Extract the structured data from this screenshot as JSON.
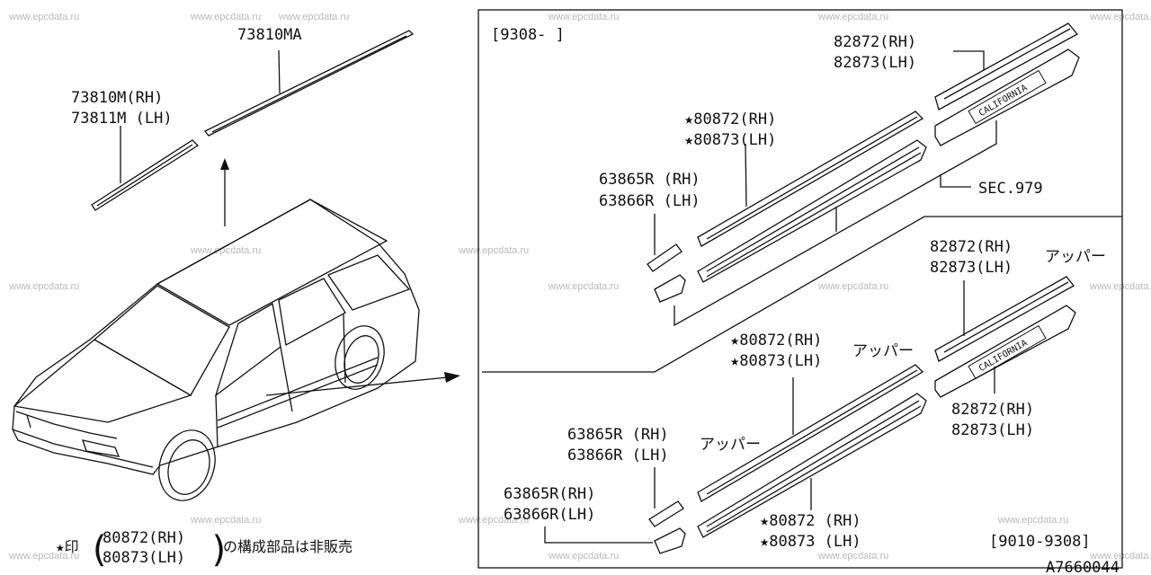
{
  "watermark": "www.epcdata.ru",
  "diagram_code": "A7660044",
  "left": {
    "roof_center": "73810MA",
    "roof_side_rh": "73810M(RH)",
    "roof_side_lh": "73811M (LH)"
  },
  "box": {
    "top_period": "[9308-     ]",
    "bottom_period": "[9010-9308]",
    "upper_label": "アッパー",
    "top": {
      "emblem_rh": "82872(RH)",
      "emblem_lh": "82873(LH)",
      "molding_rh": "★80872(RH)",
      "molding_lh": "★80873(LH)",
      "end_rh": "63865R (RH)",
      "end_lh": "63866R (LH)",
      "sec": "SEC.979"
    },
    "bottom": {
      "emblem_upper_rh": "82872(RH)",
      "emblem_upper_lh": "82873(LH)",
      "emblem_lower_rh": "82872(RH)",
      "emblem_lower_lh": "82873(LH)",
      "molding_upper_rh": "★80872(RH)",
      "molding_upper_lh": "★80873(LH)",
      "molding_lower_rh": "★80872 (RH)",
      "molding_lower_lh": "★80873 (LH)",
      "end_upper_rh": "63865R (RH)",
      "end_upper_lh": "63866R (LH)",
      "end_lower_rh": "63865R(RH)",
      "end_lower_lh": "63866R(LH)"
    },
    "emblem_text": "CALIFORNIA"
  },
  "footnote": {
    "prefix": "★印",
    "rh": "80872(RH)",
    "lh": "80873(LH)",
    "suffix": "の構成部品は非販売"
  }
}
